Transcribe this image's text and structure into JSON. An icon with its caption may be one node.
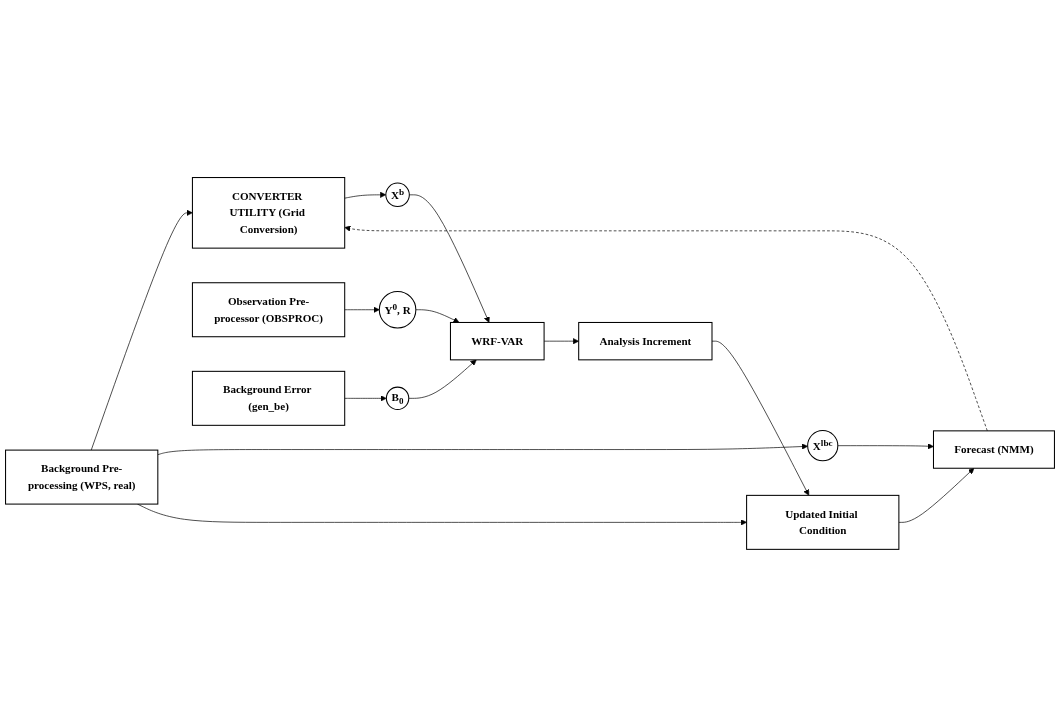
{
  "diagram": {
    "nodes": [
      {
        "text": [
          "CONVERTER UTILITY (Grid Conversion)"
        ]
      },
      {
        "text": [
          "Background Pre-processing (WPS, real)"
        ]
      },
      {
        "text": [
          "X$^{lbc}$"
        ]
      },
      {
        "text": [
          "X$^{b}$"
        ]
      },
      {
        "text": [
          "Updated Initial Condition"
        ]
      },
      {
        "text": [
          "Observation Pre-processor (OBSPROC)"
        ]
      },
      {
        "text": [
          "Y$^{0}$, R"
        ]
      },
      {
        "text": [
          "WRF-VAR"
        ]
      },
      {
        "text": [
          "Analysis Increment"
        ]
      },
      {
        "text": [
          "Forecast (NMM)"
        ]
      },
      {
        "text": [
          "Background Error (gen_be)"
        ]
      },
      {
        "text": [
          "B$_{0}$"
        ]
      }
    ],
    "edges": [
      {
        "from": 1,
        "to": 0,
        "arrow": "to"
      },
      {
        "from": 1,
        "to": 2,
        "arrow": "to"
      },
      {
        "from": 0,
        "to": 3,
        "arrow": "to"
      },
      {
        "from": 1,
        "to": 4,
        "arrow": "to"
      },
      {
        "from": 3,
        "to": 7,
        "arrow": "to"
      },
      {
        "from": 5,
        "to": 6,
        "arrow": "to"
      },
      {
        "from": 6,
        "to": 7,
        "arrow": "to"
      },
      {
        "from": 7,
        "to": 8,
        "arrow": "to"
      },
      {
        "from": 8,
        "to": 4,
        "arrow": "to"
      },
      {
        "from": 4,
        "to": 9,
        "arrow": "to"
      },
      {
        "from": 2,
        "to": 9,
        "arrow": "to"
      },
      {
        "from": 9,
        "to": 0,
        "arrow": "to",
        "style": "dashed"
      },
      {
        "from": 10,
        "to": 11,
        "arrow": "to"
      },
      {
        "from": 11,
        "to": 7,
        "arrow": "to"
      }
    ]
  }
}
